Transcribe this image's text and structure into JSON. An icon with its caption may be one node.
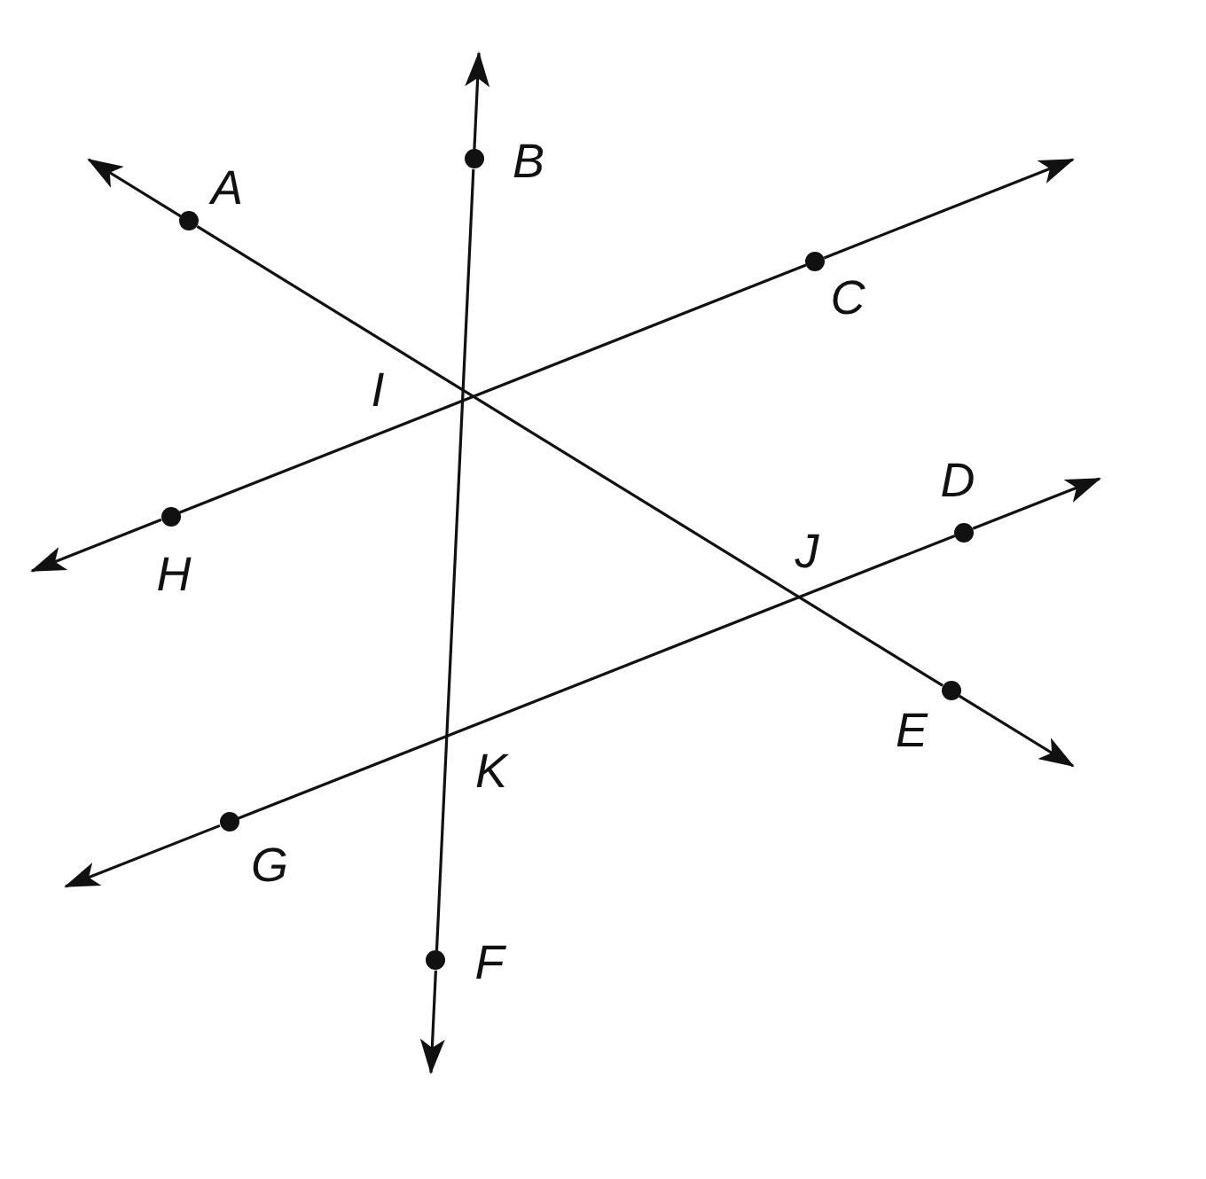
{
  "diagram": {
    "nodes": [
      {
        "text": [
          "A"
        ]
      },
      {
        "text": [
          "B"
        ]
      },
      {
        "text": [
          "C"
        ]
      },
      {
        "text": [
          "D"
        ]
      },
      {
        "text": [
          "E"
        ]
      },
      {
        "text": [
          "F"
        ]
      },
      {
        "text": [
          "G"
        ]
      },
      {
        "text": [
          "H"
        ]
      }
    ],
    "edges": [
      {
        "from": 0,
        "to": null,
        "arrow": "to"
      },
      {
        "from": 0,
        "to": 4,
        "arrow": "none"
      },
      {
        "from": 4,
        "to": null,
        "arrow": "to"
      },
      {
        "from": 1,
        "to": null,
        "arrow": "to"
      },
      {
        "from": 1,
        "to": 5,
        "arrow": "none"
      },
      {
        "from": 5,
        "to": null,
        "arrow": "to"
      },
      {
        "from": 7,
        "to": null,
        "arrow": "to"
      },
      {
        "from": 7,
        "to": 2,
        "arrow": "none"
      },
      {
        "from": 2,
        "to": null,
        "arrow": "to"
      },
      {
        "from": 6,
        "to": null,
        "arrow": "to"
      },
      {
        "from": 6,
        "to": 3,
        "arrow": "none"
      },
      {
        "from": 3,
        "to": null,
        "arrow": "to"
      }
    ],
    "labels": [
      "I",
      "J",
      "K"
    ]
  }
}
